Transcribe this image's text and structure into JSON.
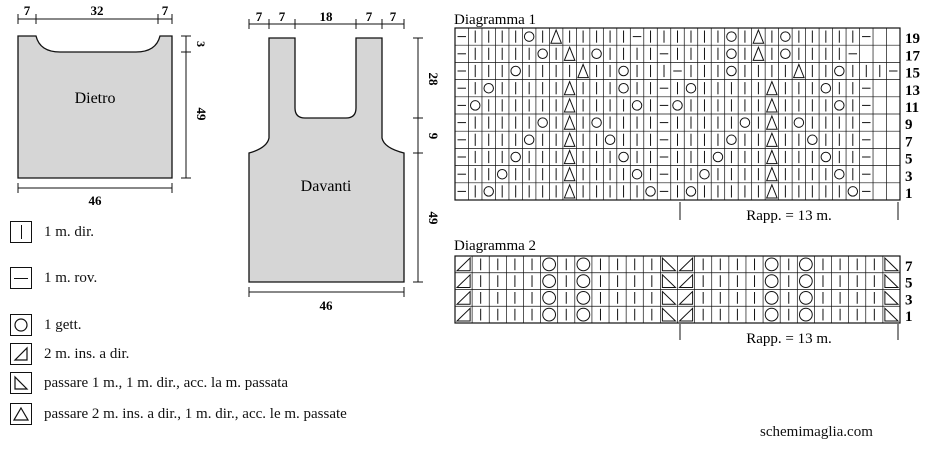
{
  "legend": {
    "items": [
      {
        "id": "knit",
        "icon": "vertical-bar",
        "label": "1 m. dir."
      },
      {
        "id": "purl",
        "icon": "horizontal-bar",
        "label": "1 m. rov."
      },
      {
        "id": "yo",
        "icon": "circle",
        "label": "1 gett."
      },
      {
        "id": "k2tog",
        "icon": "right-triangle",
        "label": "2 m. ins. a dir."
      },
      {
        "id": "skpo",
        "icon": "left-triangle",
        "label": "passare 1 m., 1 m. dir., acc. la m. passata"
      },
      {
        "id": "sk2po",
        "icon": "triangle",
        "label": "passare 2 m. ins. a dir., 1 m. dir., acc. le m. passate"
      }
    ]
  },
  "schematic_back": {
    "label": "Dietro",
    "top_dims": [
      "7",
      "32",
      "7"
    ],
    "side_dims": [
      "3",
      "49"
    ],
    "bottom_dim": "46"
  },
  "schematic_front": {
    "label": "Davanti",
    "top_dims": [
      "7",
      "7",
      "18",
      "7",
      "7"
    ],
    "side_dims": [
      "28",
      "9",
      "49"
    ],
    "bottom_dim": "46"
  },
  "diagram1": {
    "title": "Diagramma 1",
    "repeat_label": "Rapp. = 13 m.",
    "row_numbers": [
      "19",
      "17",
      "15",
      "13",
      "11",
      "9",
      "7",
      "5",
      "3",
      "1"
    ],
    "rows": [
      "-||||O|^|||||-||||||O|^|O|||||-",
      "-|||||O|^|O||||-||||O|^|O||||-",
      "-|||O||||^||O|||-|||O||||^||O|||-",
      "-|O|||||^|||O||-|O|||||^|||O||-",
      "-O||||||^||||O|-O||||||^||||O|-",
      "-|||||O|^|O||||-|||||O|^|O||||-",
      "-||||O||^||O|||-||||O||^||O|||-",
      "-|||O|||^|||O||-|||O|||^|||O||-",
      "-||O||||^||||O|-||O||||^||||O|-",
      "-|O|||||^|||||O-|O|||||^|||||O-"
    ]
  },
  "diagram2": {
    "title": "Diagramma 2",
    "repeat_label": "Rapp. = 13 m.",
    "row_numbers": [
      "7",
      "5",
      "3",
      "1"
    ],
    "rows": [
      "<||||O|O||||><||||O|O||||>",
      "<||||O|O||||><||||O|O||||>",
      "<||||O|O||||><||||O|O||||>",
      "<||||O|O||||><||||O|O||||>"
    ]
  },
  "site": "schemimaglia.com"
}
